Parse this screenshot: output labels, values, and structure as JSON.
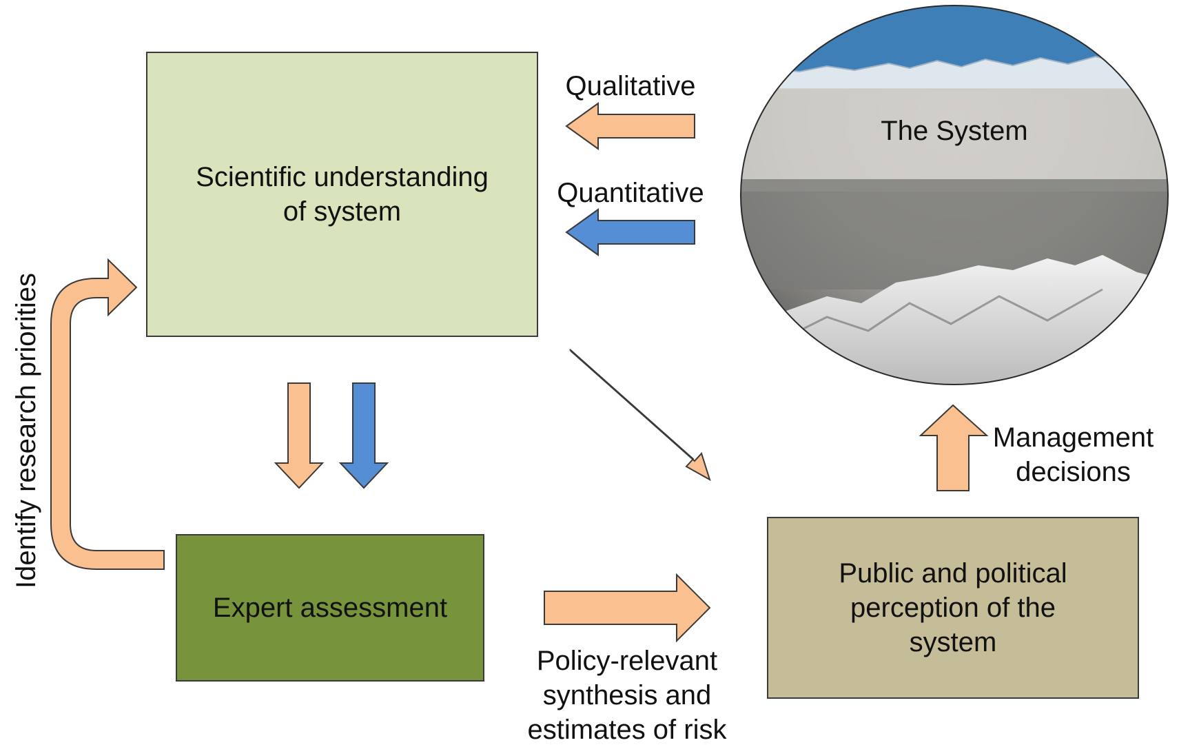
{
  "nodes": {
    "scientific": {
      "label": "Scientific understanding\nof system",
      "color": "#d9e4bc"
    },
    "expert": {
      "label": "Expert assessment",
      "color": "#77933c"
    },
    "public": {
      "label": "Public and political\nperception of the\nsystem",
      "color": "#c4bd97"
    },
    "system": {
      "label": "The System"
    }
  },
  "edges": {
    "qualitative": {
      "label": "Qualitative",
      "color": "#fac090"
    },
    "quantitative": {
      "label": "Quantitative",
      "color": "#558ed5"
    },
    "research_priorities": {
      "label": "Identify research priorities"
    },
    "policy": {
      "label": "Policy-relevant\nsynthesis and\nestimates of risk"
    },
    "management": {
      "label": "Management\ndecisions"
    }
  },
  "colors": {
    "arrow_orange": "#fac090",
    "arrow_blue": "#558ed5",
    "outline": "#3a3a3a"
  }
}
